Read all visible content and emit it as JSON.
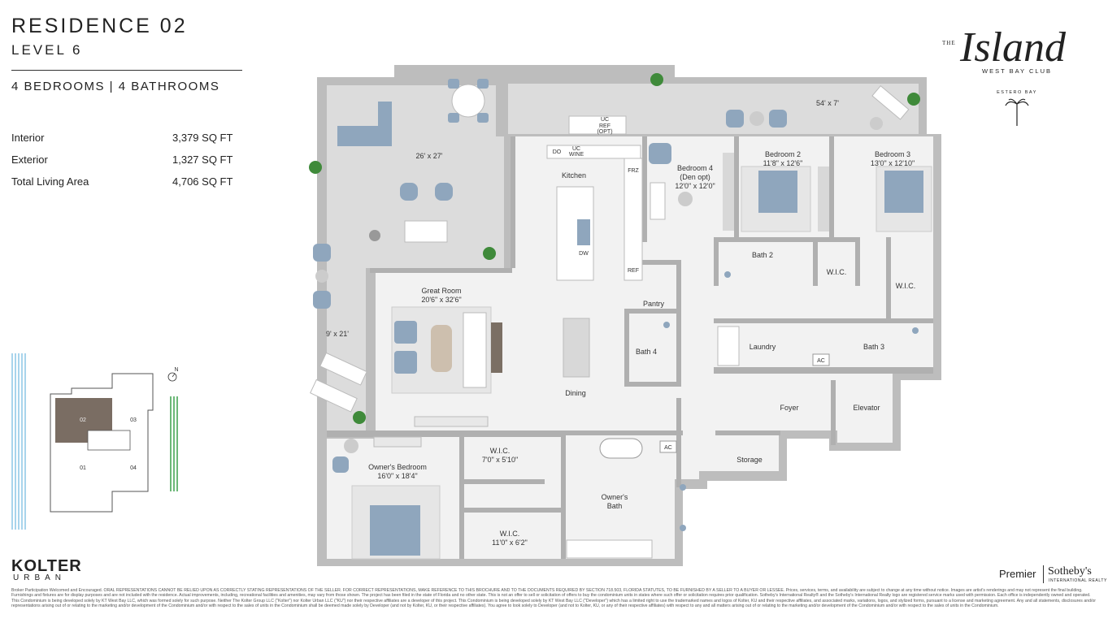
{
  "header": {
    "title": "RESIDENCE 02",
    "level": "LEVEL 6",
    "beds_baths": "4 BEDROOMS | 4 BATHROOMS"
  },
  "stats": [
    {
      "label": "Interior",
      "value": "3,379 SQ FT"
    },
    {
      "label": "Exterior",
      "value": "1,327 SQ FT"
    },
    {
      "label": "Total Living Area",
      "value": "4,706 SQ FT"
    }
  ],
  "brand": {
    "the": "THE",
    "script": "Island",
    "club": "WEST BAY CLUB",
    "location": "ESTERO BAY"
  },
  "rooms": {
    "terrace_top": "26' x 27'",
    "terrace_right": "54' x 7'",
    "terrace_left": "9' x 21'",
    "kitchen": "Kitchen",
    "do": "DO",
    "uc_wine_1": "UC",
    "uc_wine_2": "WINE",
    "uc_ref_1": "UC",
    "uc_ref_2": "REF",
    "uc_ref_3": "(OPT)",
    "frz": "FRZ",
    "ref": "REF",
    "dw": "DW",
    "bedroom4": "Bedroom 4",
    "bedroom4_sub": "(Den opt)",
    "bedroom4_dim": "12'0\" x 12'0\"",
    "bedroom2": "Bedroom 2",
    "bedroom2_dim": "11'8\" x 12'6\"",
    "bedroom3": "Bedroom 3",
    "bedroom3_dim": "13'0\" x 12'10\"",
    "bath2": "Bath 2",
    "wic_a": "W.I.C.",
    "wic_b": "W.I.C.",
    "great_room": "Great Room",
    "great_room_dim": "20'6\" x 32'6\"",
    "pantry": "Pantry",
    "bath4": "Bath 4",
    "laundry": "Laundry",
    "ac1": "AC",
    "bath3": "Bath 3",
    "dining": "Dining",
    "foyer": "Foyer",
    "elevator": "Elevator",
    "storage": "Storage",
    "owners_bedroom": "Owner's Bedroom",
    "owners_bedroom_dim": "16'0\" x 18'4\"",
    "wic_owner1": "W.I.C.",
    "wic_owner1_dim": "7'0\" x 5'10\"",
    "wic_owner2": "W.I.C.",
    "wic_owner2_dim": "11'0\" x 6'2\"",
    "owners_bath_1": "Owner's",
    "owners_bath_2": "Bath",
    "ac2": "AC"
  },
  "keyplan": {
    "u01": "01",
    "u02": "02",
    "u03": "03",
    "u04": "04",
    "north": "N"
  },
  "footer": {
    "kolter": "KOLTER",
    "urban": "URBAN",
    "premier": "Premier",
    "sothebys": "Sotheby's",
    "intl": "INTERNATIONAL REALTY",
    "disclaimer": "Broker Participation Welcomed and Encouraged. ORAL REPRESENTATIONS CANNOT BE RELIED UPON AS CORRECTLY STATING REPRESENTATIONS OF THE SELLER. FOR CORRECT REPRESENTATIONS, MAKE REFERENCE TO THIS BROCHURE AND TO THE DOCUMENTS REQUIRED BY SECTION 718.503, FLORIDA STATUTES, TO BE FURNISHED BY A SELLER TO A BUYER OR LESSEE. Prices, services, terms, and availability are subject to change at any time without notice. Images are artist's renderings and may not represent the final building. Furnishings and fixtures are for display purposes and are not included with the residence. Actual improvements, including, recreational facilities and amenities, may vary from those shown. The project has been filed in the state of Florida and no other state. This is not an offer to sell or solicitation of offers to buy the condominium units in states where such offer or solicitation requires prior qualification. Sotheby's International Realty® and the Sotheby's International Realty logo are registered service marks used with permission. Each office is independently owned and operated. This Condominium is being developed solely by KT West Bay LLC, which was formed solely for such purpose. Neither The Kolter Group LLC (\"Kolter\") nor Kolter Urban LLC (\"KU\") nor their respective affiliates are a developer of this project. This Condominium is being developed solely by KT West Bay LLC (\"Developer\") which has a limited right to use the trademarked names and logos of Kolter, KU and their respective affiliates, and associated marks, variations, logos, and stylized forms, pursuant to a license and marketing agreement. Any and all statements, disclosures and/or representations arising out of or relating to the marketing and/or development of the Condominium and/or with respect to the sales of units in the Condominium shall be deemed made solely by Developer (and not by Kolter, KU, or their respective affiliates). You agree to look solely to Developer (and not to Kolter, KU, or any of their respective affiliates) with respect to any and all matters arising out of or relating to the marketing and/or development of the Condominium and/or with respect to the sales of units in the Condominium."
  },
  "colors": {
    "wall": "#b9b9b9",
    "floor": "#f1f1f1",
    "terrace": "#dedede",
    "furniture": "#8fa6bd",
    "accent": "#222222"
  }
}
